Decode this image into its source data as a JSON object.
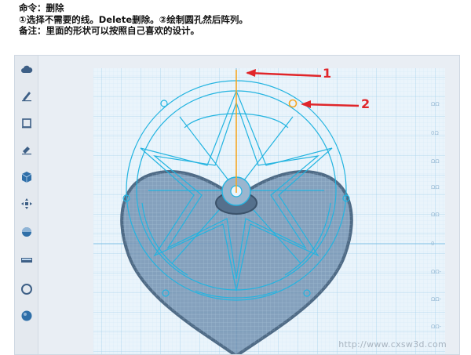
{
  "instructions": {
    "line1": "命令：删除",
    "line2": "①选择不需要的线。Delete删除。②绘制圆孔然后阵列。",
    "line3": "备注：里面的形状可以按照自己喜欢的设计。"
  },
  "toolbar": {
    "items": [
      {
        "name": "cloud-tool",
        "icon": "cloud-icon"
      },
      {
        "name": "sketch-tool",
        "icon": "pen-icon"
      },
      {
        "name": "construct-tool",
        "icon": "square-icon"
      },
      {
        "name": "modify-tool",
        "icon": "modify-icon"
      },
      {
        "name": "primitive-tool",
        "icon": "cube-icon"
      },
      {
        "name": "transform-tool",
        "icon": "move-icon"
      },
      {
        "name": "combine-tool",
        "icon": "combine-icon"
      },
      {
        "name": "measure-tool",
        "icon": "ruler-icon"
      },
      {
        "name": "snap-tool",
        "icon": "circle-icon"
      },
      {
        "name": "material-tool",
        "icon": "sphere-icon"
      }
    ]
  },
  "annotations": [
    {
      "number": "1",
      "target": "vertical sketch line"
    },
    {
      "number": "2",
      "target": "small circle on ring"
    }
  ],
  "colors": {
    "sketch": "#23b4e0",
    "grid_major": "#a9d5ee",
    "grid_minor": "#d6e9f6",
    "heart_fill": "#6f8fae",
    "heart_edge": "#4f6b86",
    "selected_line": "#f5a623",
    "arrow": "#e0262a"
  },
  "watermark": "http://www.cxsw3d.com"
}
